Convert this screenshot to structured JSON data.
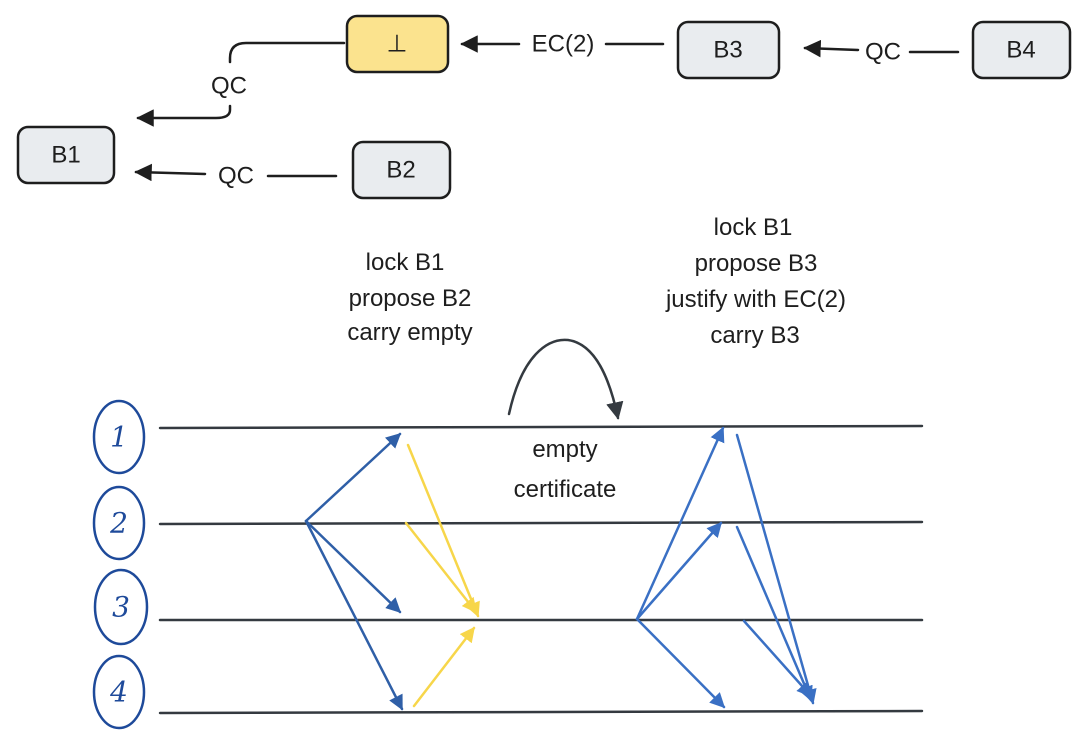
{
  "blocks": {
    "bottom": "⊥",
    "b1": "B1",
    "b2": "B2",
    "b3": "B3",
    "b4": "B4"
  },
  "edges": {
    "bottom_to_b1": "QC",
    "b2_to_b1": "QC",
    "b3_to_bottom": "EC(2)",
    "b4_to_b3": "QC"
  },
  "notes": {
    "left": [
      "lock B1",
      "propose B2",
      "carry empty"
    ],
    "right": [
      "lock B1",
      "propose B3",
      "justify with EC(2)",
      "carry B3"
    ],
    "center": [
      "empty",
      "certificate"
    ]
  },
  "replicas": [
    "1",
    "2",
    "3",
    "4"
  ],
  "colors": {
    "box_fill": "#e9ecef",
    "bottom_box_fill": "#fbe38e",
    "message_blue": "#2f5fa7",
    "message_yellow": "#f7d64a",
    "replica_circle": "#1e4a9a"
  }
}
